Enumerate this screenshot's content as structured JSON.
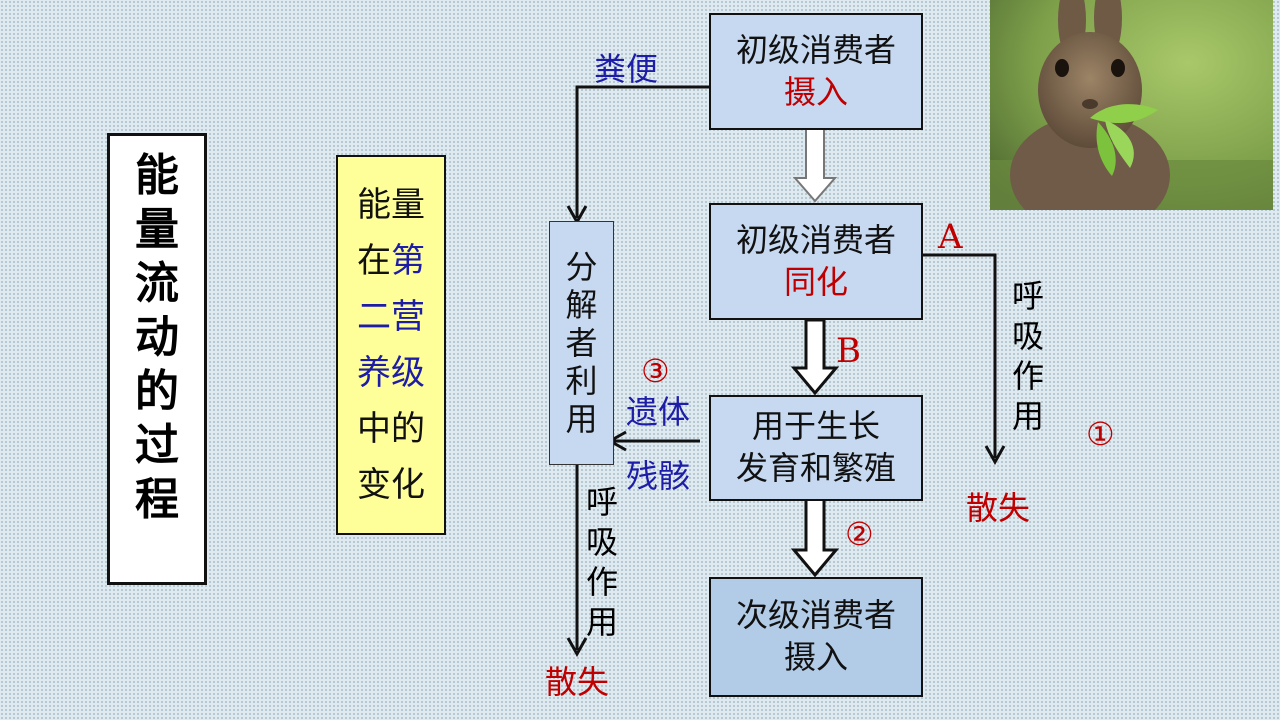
{
  "title": [
    "能",
    "量",
    "流",
    "动",
    "的",
    "过",
    "程"
  ],
  "subtitle": {
    "rows": [
      [
        {
          "t": "能",
          "hl": false
        },
        {
          "t": "量",
          "hl": false
        }
      ],
      [
        {
          "t": "在",
          "hl": false
        },
        {
          "t": "第",
          "hl": true
        }
      ],
      [
        {
          "t": "二",
          "hl": true
        },
        {
          "t": "营",
          "hl": true
        }
      ],
      [
        {
          "t": "养",
          "hl": true
        },
        {
          "t": "级",
          "hl": true
        }
      ],
      [
        {
          "t": "中",
          "hl": false
        },
        {
          "t": "的",
          "hl": false
        }
      ],
      [
        {
          "t": "变",
          "hl": false
        },
        {
          "t": "化",
          "hl": false
        }
      ]
    ]
  },
  "nodes": {
    "intake": {
      "line1": "初级消费者",
      "line2": "摄入"
    },
    "assim": {
      "line1": "初级消费者",
      "line2": "同化"
    },
    "growth": {
      "line1": "用于生长",
      "line2": "发育和繁殖"
    },
    "secondary": {
      "line1": "次级消费者",
      "line2": "摄入"
    },
    "decomposer": [
      "分",
      "解",
      "者",
      "利",
      "用"
    ]
  },
  "labels": {
    "feces": "粪便",
    "a": "A",
    "b": "B",
    "circle1": "①",
    "circle2": "②",
    "circle3": "③",
    "remains1": "遗体",
    "remains2": "残骸",
    "respiration": [
      "呼",
      "吸",
      "作",
      "用"
    ],
    "loss": "散失"
  },
  "colors": {
    "node_fill": "#c6d9f1",
    "highlight_red": "#c00000",
    "highlight_blue": "#1d1da8",
    "yellow_fill": "#ffff99"
  },
  "image": {
    "subject": "rabbit eating leaves"
  }
}
